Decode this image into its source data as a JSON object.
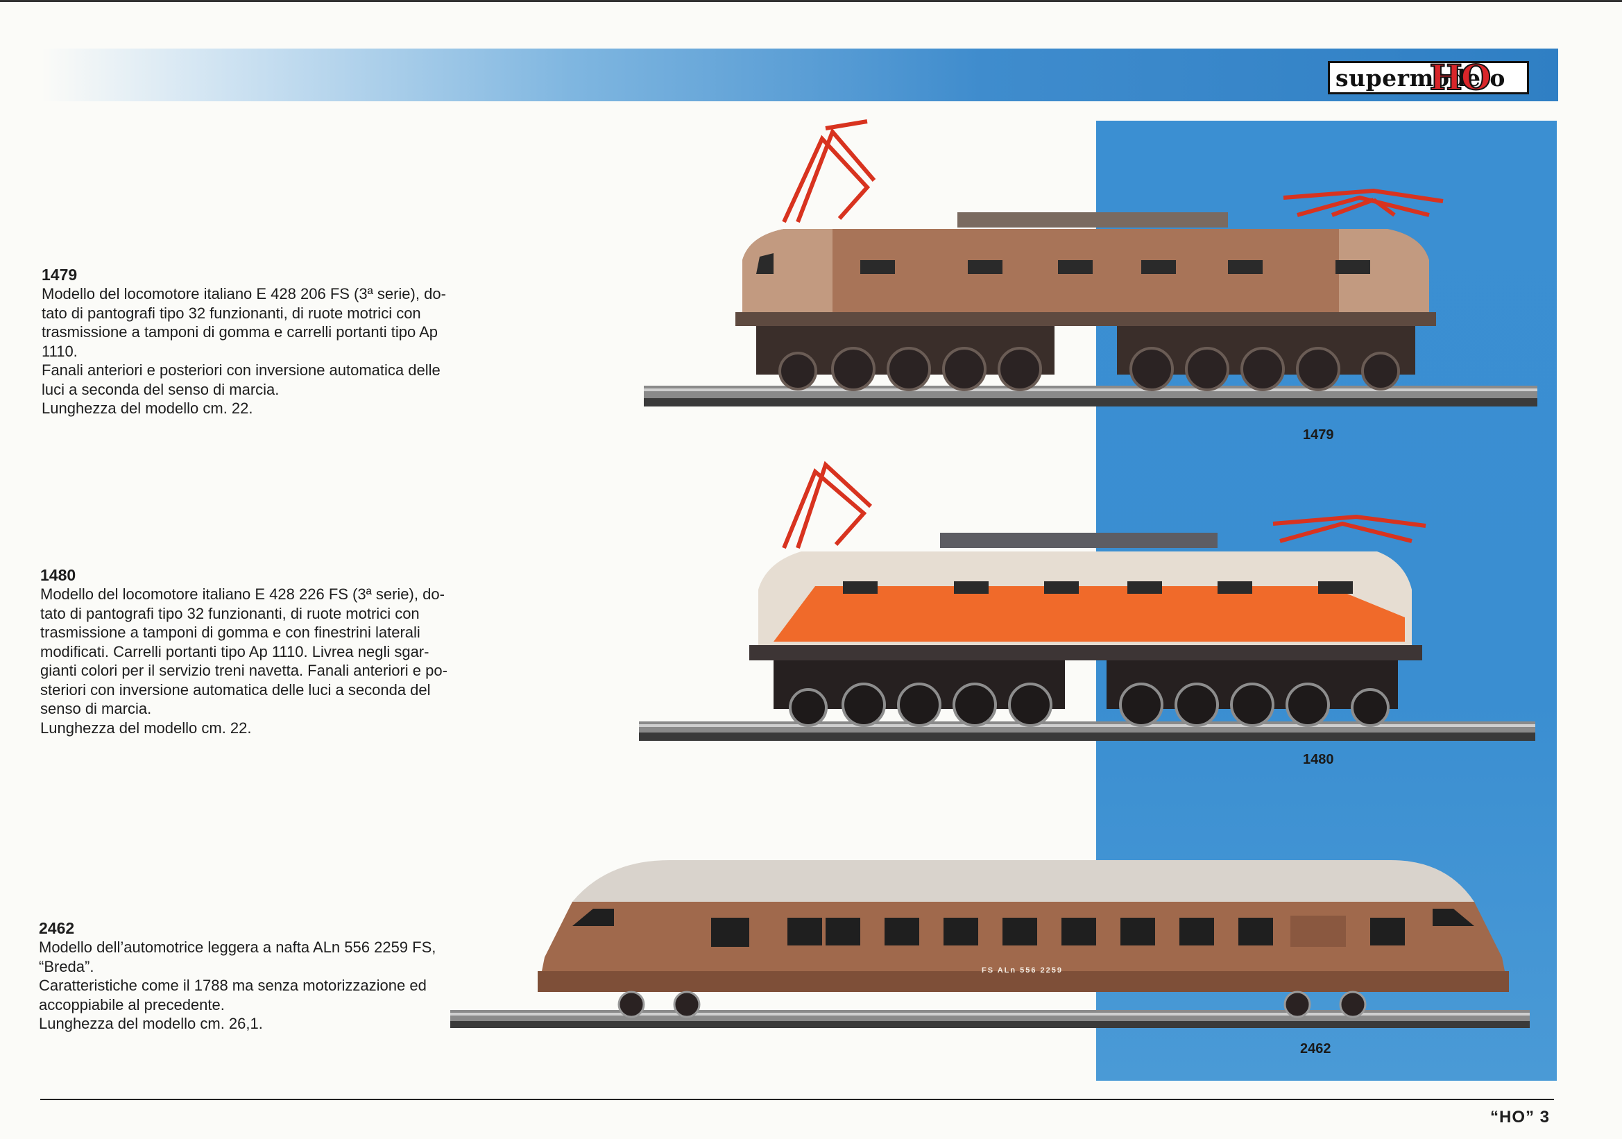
{
  "brand": {
    "word": "supermode",
    "ho": "HO",
    "tail": "o"
  },
  "entries": [
    {
      "code": "1479",
      "lines": [
        "Modello del locomotore italiano E 428 206 FS (3ª serie), do-",
        "tato di pantografi tipo 32 funzionanti, di ruote motrici con",
        "trasmissione a tamponi di gomma e carrelli portanti tipo Ap",
        "1110.",
        "Fanali anteriori e posteriori con inversione automatica delle",
        "luci a seconda del senso di marcia.",
        "Lunghezza del modello cm. 22."
      ],
      "caption": "1479"
    },
    {
      "code": "1480",
      "lines": [
        "Modello del locomotore italiano E 428 226 FS (3ª serie), do-",
        "tato di pantografi tipo 32 funzionanti, di ruote motrici con",
        "trasmissione a tamponi di gomma e con finestrini laterali",
        "modificati. Carrelli portanti tipo Ap 1110. Livrea negli sgar-",
        "gianti colori per il servizio treni navetta. Fanali anteriori e po-",
        "steriori con inversione automatica delle luci a seconda del",
        "senso di marcia.",
        "Lunghezza del modello cm. 22."
      ],
      "caption": "1480"
    },
    {
      "code": "2462",
      "lines": [
        "Modello dell’automotrice leggera a nafta ALn 556 2259 FS,",
        "“Breda”.",
        "Caratteristiche come il 1788 ma senza motorizzazione ed",
        "accoppiabile al precedente.",
        "Lunghezza del modello cm. 26,1."
      ],
      "caption": "2462",
      "livery_text": "FS ALn 556 2259"
    }
  ],
  "footer": {
    "page": "“HO” 3"
  },
  "colors": {
    "panel_blue": "#3a8ed1",
    "loco1_body": "#a87458",
    "loco2_orange": "#f06a2a",
    "railcar_body": "#a0694c",
    "pantograph_red": "#d8331f"
  }
}
